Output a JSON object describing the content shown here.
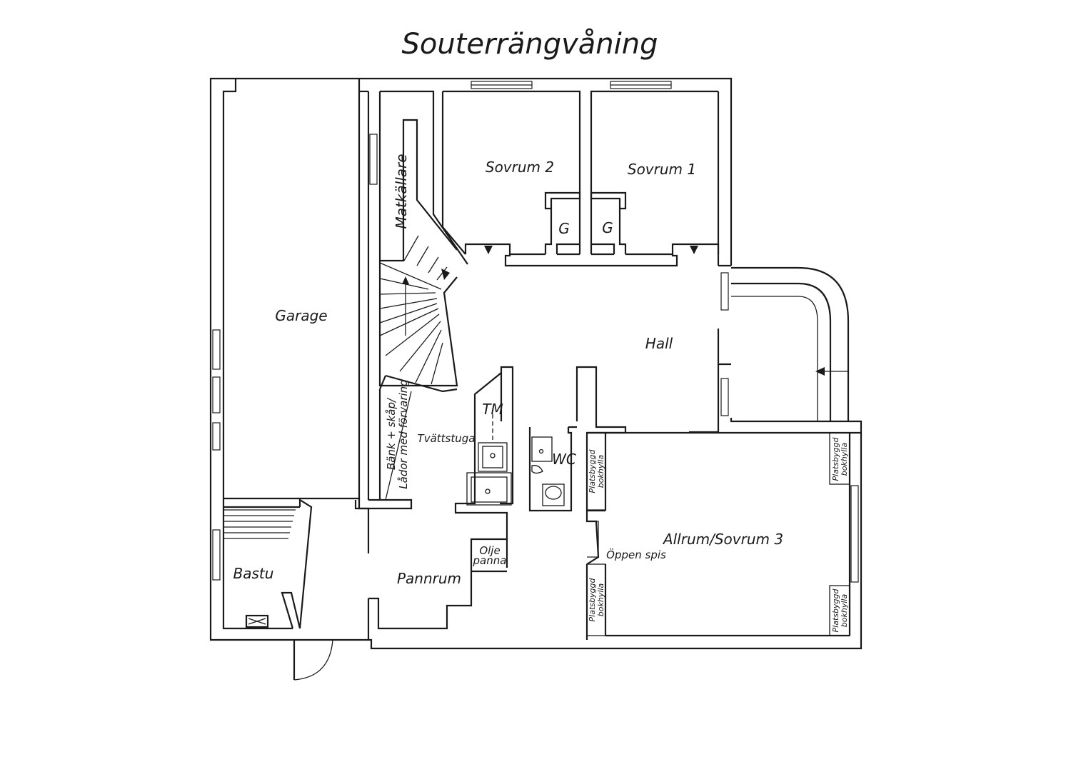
{
  "title": "Souterrängvåning",
  "rooms": {
    "garage": "Garage",
    "matkallare": "Matkällare",
    "sovrum2": "Sovrum 2",
    "sovrum1": "Sovrum 1",
    "garderob_a": "G",
    "garderob_b": "G",
    "hall": "Hall",
    "tvattstuga": "Tvättstuga",
    "tm": "TM",
    "wc": "WC",
    "bank_line1": "Bänk + skåp/",
    "bank_line2": "Lådor med förvaring",
    "bastu": "Bastu",
    "pannrum": "Pannrum",
    "olje_line1": "Olje",
    "olje_line2": "panna",
    "allrum": "Allrum/Sovrum 3",
    "oppen_spis": "Öppen spis",
    "shelf_line1": "Platsbyggd",
    "shelf_line2": "bokhylla"
  }
}
